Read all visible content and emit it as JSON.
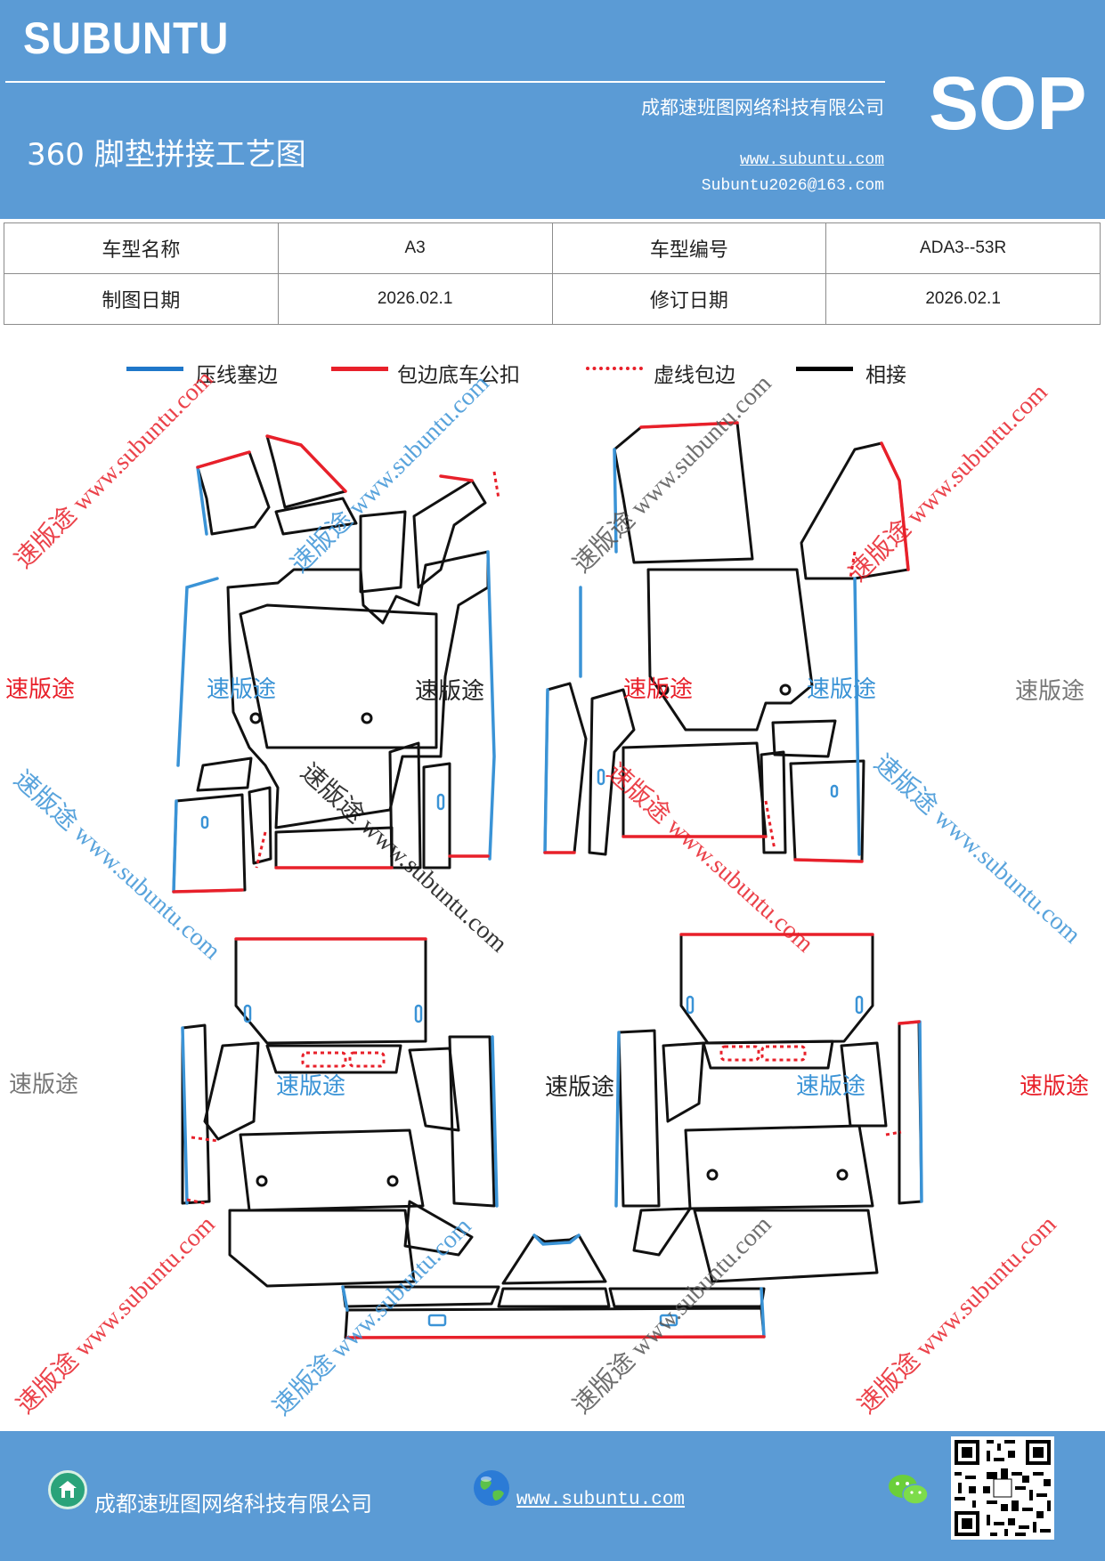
{
  "header": {
    "brand": "SUBUNTU",
    "company": "成都速班图网络科技有限公司",
    "title": "360 脚垫拼接工艺图",
    "website": "www.subuntu.com",
    "email": "Subuntu2026@163.com",
    "badge": "SOP"
  },
  "info_table": {
    "rows": [
      [
        "车型名称",
        "A3",
        "车型编号",
        "ADA3--53R"
      ],
      [
        "制图日期",
        "2026.02.1",
        "修订日期",
        "2026.02.1"
      ]
    ]
  },
  "legend": [
    {
      "label": "压线塞边",
      "color": "#1f77c9",
      "style": "solid"
    },
    {
      "label": "包边底车公扣",
      "color": "#e8202a",
      "style": "solid"
    },
    {
      "label": "虚线包边",
      "color": "#e8202a",
      "style": "dotted"
    },
    {
      "label": "相接",
      "color": "#000000",
      "style": "solid"
    }
  ],
  "colors": {
    "header_bg": "#5b9bd5",
    "blue_edge": "#3a93d6",
    "red_edge": "#e8202a",
    "outline": "#111111"
  },
  "watermarks": {
    "word": "速版途",
    "diagonal": "速版途 www.subuntu.com"
  },
  "footer": {
    "company": "成都速班图网络科技有限公司",
    "website": "www.subuntu.com"
  },
  "icons": [
    "home-icon",
    "globe-icon",
    "wechat-icon",
    "qr-code"
  ]
}
